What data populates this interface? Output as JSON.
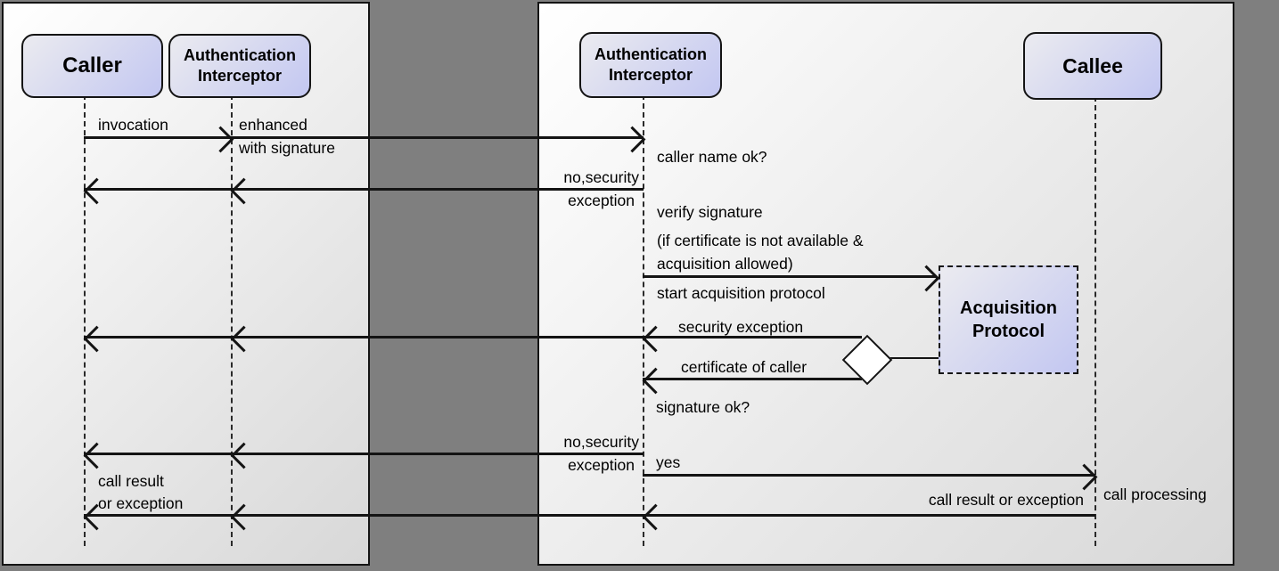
{
  "colors": {
    "background": "#7f7f7f",
    "panel-start": "#ffffff",
    "panel-end": "#d8d8d8",
    "box-start": "#ebebf0",
    "box-end": "#c3c7f1",
    "line": "#141414"
  },
  "actors": {
    "caller": {
      "label": "Caller"
    },
    "auth_left": {
      "line1": "Authentication",
      "line2": "Interceptor"
    },
    "auth_right": {
      "line1": "Authentication",
      "line2": "Interceptor"
    },
    "callee": {
      "label": "Callee"
    },
    "acquisition": {
      "line1": "Acquisition",
      "line2": "Protocol"
    }
  },
  "messages": {
    "invocation": "invocation",
    "enhanced_line1": "enhanced",
    "enhanced_line2": "with signature",
    "caller_name_ok": "caller name ok?",
    "no_security_1a": "no,security",
    "no_security_1b": "exception",
    "verify_signature": "verify signature",
    "cert_condition_line1": "(if certificate is not available &",
    "cert_condition_line2": "acquisition allowed)",
    "start_acquisition": "start acquisition protocol",
    "security_exception": "security exception",
    "certificate_of_caller": "certificate of caller",
    "signature_ok": "signature ok?",
    "no_security_2a": "no,security",
    "no_security_2b": "exception",
    "yes": "yes",
    "call_result_or_exception": "call result or exception",
    "call_processing": "call processing",
    "call_result_left_line1": "call result",
    "call_result_left_line2": "or exception"
  }
}
